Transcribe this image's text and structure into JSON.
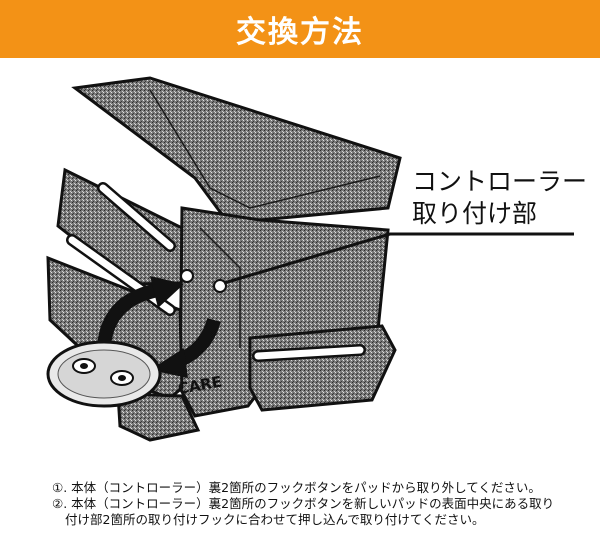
{
  "header": {
    "title": "交換方法",
    "bg_color": "#f39216"
  },
  "illustration": {
    "callout_line1": "コントローラー",
    "callout_line2": "取り付け部",
    "logo_text": "CARE"
  },
  "instructions": {
    "step1": "①. 本体（コントローラー）裏2箇所のフックボタンをパッドから取り外してください。",
    "step2_line1": "②. 本体（コントローラー）裏2箇所のフックボタンを新しいパッドの表面中央にある取り",
    "step2_line2": "付け部2箇所の取り付けフックに合わせて押し込んで取り付けてください。"
  }
}
